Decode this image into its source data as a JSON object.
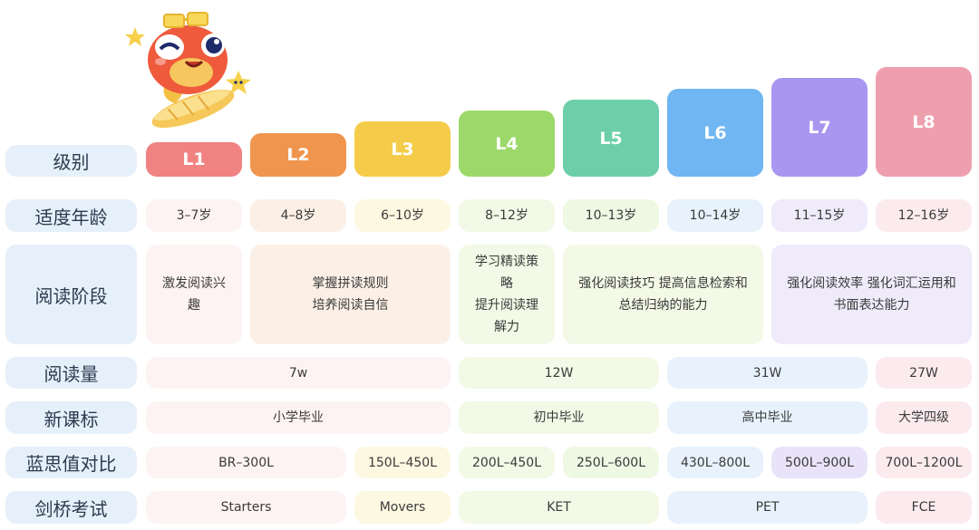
{
  "row_labels": {
    "level": "级别",
    "age": "适度年龄",
    "stage": "阅读阶段",
    "volume": "阅读量",
    "standard": "新课标",
    "lexile": "蓝思值对比",
    "cambridge": "剑桥考试"
  },
  "levels": [
    "L1",
    "L2",
    "L3",
    "L4",
    "L5",
    "L6",
    "L7",
    "L8"
  ],
  "ages": [
    "3–7岁",
    "4–8岁",
    "6–10岁",
    "8–12岁",
    "10–13岁",
    "10–14岁",
    "11–15岁",
    "12–16岁"
  ],
  "stages": [
    "激发阅读兴\n趣",
    "掌握拼读规则\n培养阅读自信",
    "学习精读策\n略\n提升阅读理\n解力",
    "强化阅读技巧 提高信息检索和\n总结归纳的能力",
    "强化阅读效率 强化词汇运用和\n书面表达能力"
  ],
  "volumes": [
    "7w",
    "12W",
    "31W",
    "27W"
  ],
  "standards": [
    "小学毕业",
    "初中毕业",
    "高中毕业",
    "大学四级"
  ],
  "lexiles": [
    "BR–300L",
    "150L–450L",
    "200L–450L",
    "250L–600L",
    "430L–800L",
    "500L–900L",
    "700L–1200L"
  ],
  "cambridge": [
    "Starters",
    "Movers",
    "KET",
    "PET",
    "FCE"
  ],
  "colors": {
    "L1": "#f08282",
    "L2": "#f0954e",
    "L3": "#f5cc4a",
    "L4": "#9cd96a",
    "L5": "#6ccfa9",
    "L6": "#6fb6f2",
    "L7": "#a996f0",
    "L8": "#ee9fae",
    "label_bg": "#e6f0fb"
  },
  "mascot_icon": "cartoon-fish-mascot-with-sunglasses"
}
